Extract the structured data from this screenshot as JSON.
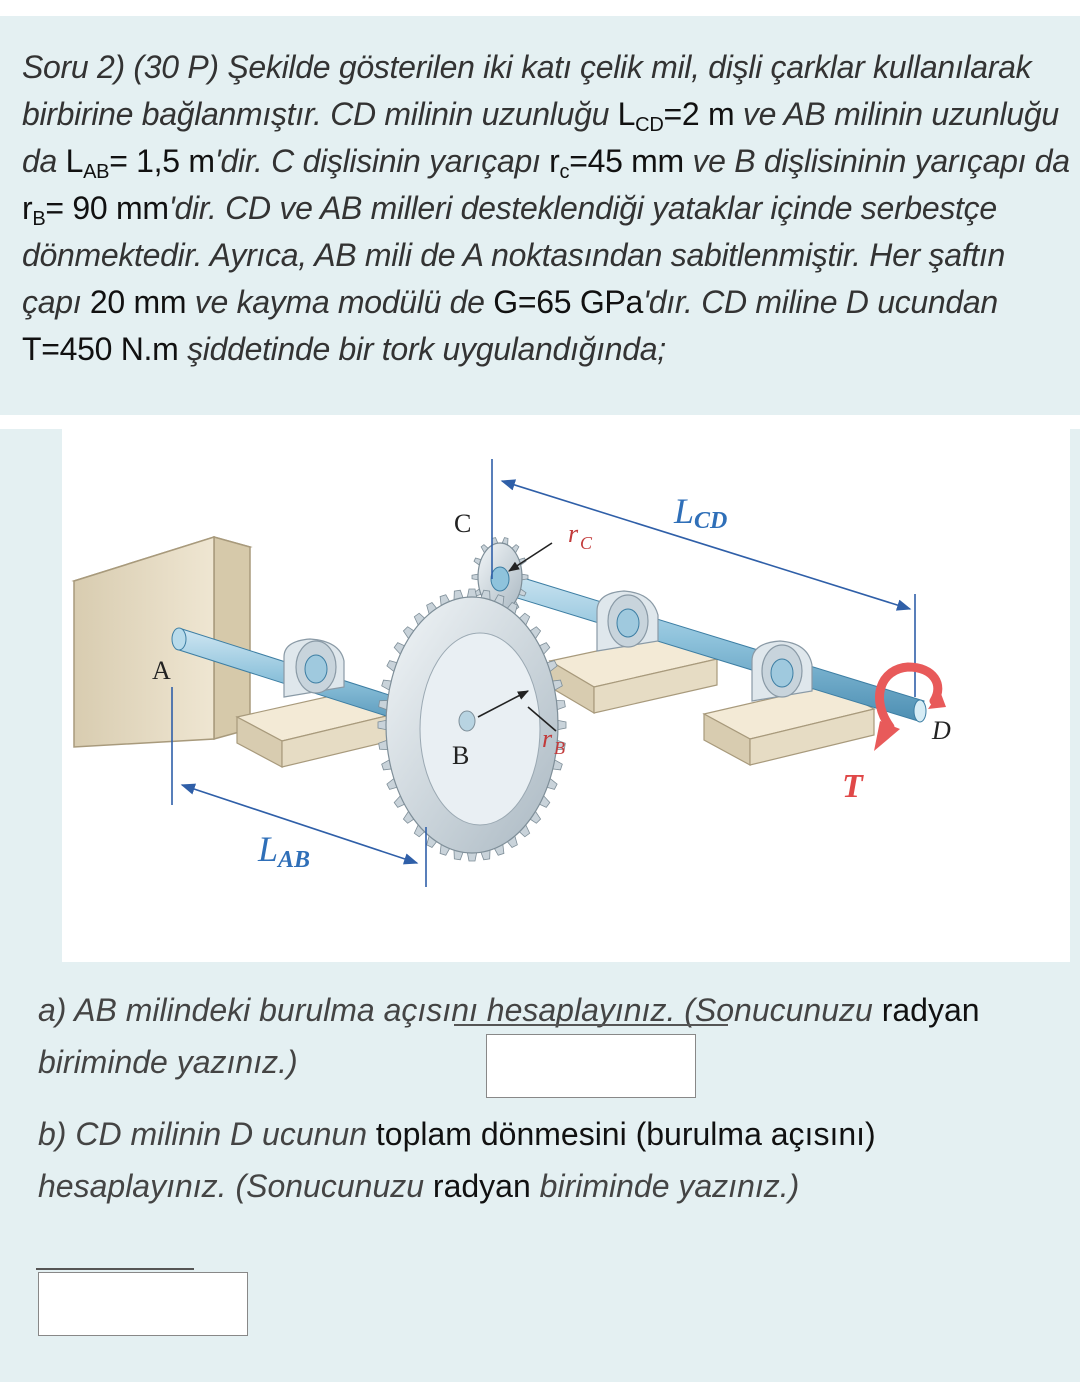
{
  "question": {
    "intro": "Soru 2) (30 P)",
    "text1": " Şekilde gösterilen iki katı çelik mil, dişli çarklar kullanılarak birbirine bağlanmıştır. CD milinin uzunluğu ",
    "lcd_label": "L",
    "lcd_sub": "CD",
    "lcd_val": "=2 m",
    "text2": " ve AB milinin uzunluğu da ",
    "lab_label": "L",
    "lab_sub": "AB",
    "lab_val": "= 1,5 m",
    "text3": "'dir. C dişlisinin yarıçapı ",
    "rc_label": "r",
    "rc_sub": "c",
    "rc_val": "=45 mm",
    "text4": " ve B dişlisininin yarıçapı da ",
    "rb_label": "r",
    "rb_sub": "B",
    "rb_val": "= 90 mm",
    "text5": "'dir. CD ve AB milleri desteklendiği yataklar içinde serbestçe dönmektedir. Ayrıca, AB mili de A noktasından sabitlenmiştir. Her şaftın çapı ",
    "dia_val": "20 mm",
    "text6": " ve kayma modülü de ",
    "g_val": "G=65 GPa",
    "text7": "'dır. CD miline D ucundan ",
    "t_val": "T=450 N.m",
    "text8": " şiddetinde bir tork uygulandığında;"
  },
  "figure": {
    "label_c": "C",
    "label_a": "A",
    "label_b": "B",
    "label_d": "D",
    "label_t": "T",
    "label_lcd": "L",
    "label_lcd_sub": "CD",
    "label_lab": "L",
    "label_lab_sub": "AB",
    "label_rc": "r",
    "label_rc_sub": "C",
    "label_rb": "r",
    "label_rb_sub": "B"
  },
  "part_a": {
    "text1": "a)  AB milindeki burulma açısını hesaplayınız. (Sonucunuzu ",
    "bold": "radyan",
    "text2": " biriminde yazınız.)",
    "answer_value": ""
  },
  "part_b": {
    "text1": "b) CD milinin D ucunun ",
    "bold1": "toplam dönmesini (burulma açısını)",
    "text2": " hesaplayınız. (Sonucunuzu ",
    "bold2": "radyan",
    "text3": " biriminde yazınız.)",
    "answer_value": ""
  },
  "colors": {
    "background": "#e4f0f2",
    "shaft": "#8fc3dc",
    "dimension": "#2f5fa8",
    "torque": "#e85a5a",
    "base": "#e6dcc4"
  }
}
